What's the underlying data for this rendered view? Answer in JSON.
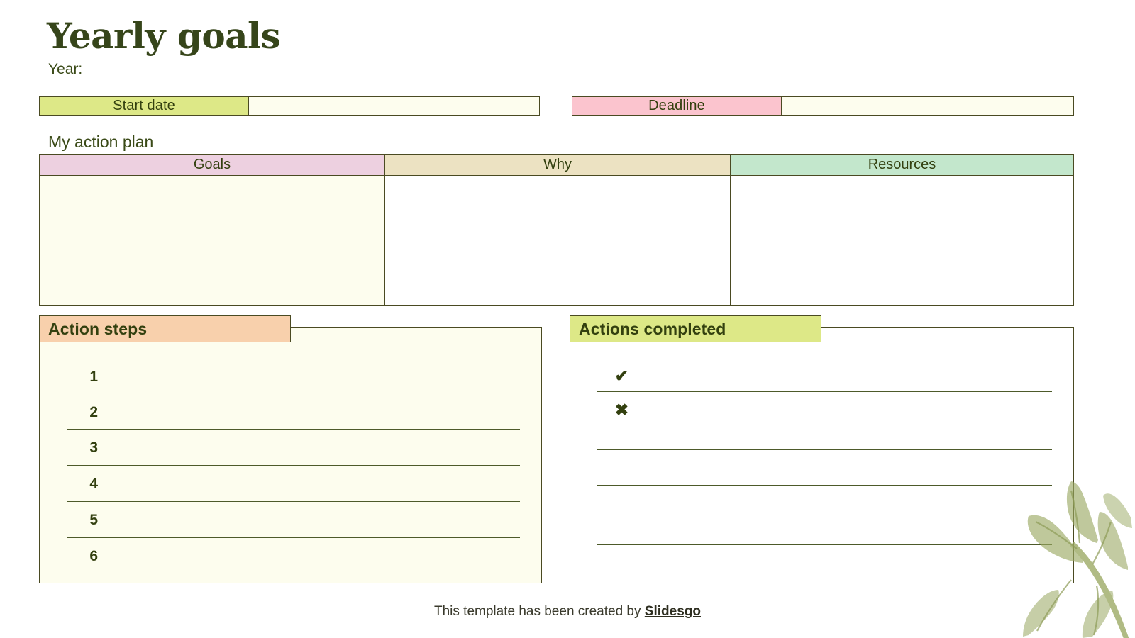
{
  "document": {
    "title": "Yearly goals",
    "year_label": "Year:"
  },
  "dates": {
    "start": {
      "label": "Start date",
      "value": "",
      "fill": "#dde887"
    },
    "deadline": {
      "label": "Deadline",
      "value": "",
      "fill": "#fbc4ce"
    }
  },
  "action_plan": {
    "section_label": "My action plan",
    "columns": [
      {
        "header": "Goals",
        "fill": "#edd0e0",
        "body_fill": "#fdfdee",
        "value": ""
      },
      {
        "header": "Why",
        "fill": "#ece2c2",
        "body_fill": "#ffffff",
        "value": ""
      },
      {
        "header": "Resources",
        "fill": "#c3e7cc",
        "body_fill": "#ffffff",
        "value": ""
      }
    ]
  },
  "action_steps": {
    "tab_label": "Action steps",
    "tab_fill": "#f8d0ac",
    "rows": [
      {
        "num": "1",
        "value": ""
      },
      {
        "num": "2",
        "value": ""
      },
      {
        "num": "3",
        "value": ""
      },
      {
        "num": "4",
        "value": ""
      },
      {
        "num": "5",
        "value": ""
      },
      {
        "num": "6",
        "value": ""
      }
    ]
  },
  "actions_completed": {
    "tab_label": "Actions completed",
    "tab_fill": "#dde887",
    "rows": [
      {
        "mark": "✔",
        "mark_name": "check-icon",
        "value": ""
      },
      {
        "mark": "✖",
        "mark_name": "cross-icon",
        "value": ""
      },
      {
        "mark": "",
        "mark_name": "",
        "value": ""
      },
      {
        "mark": "",
        "mark_name": "",
        "value": ""
      },
      {
        "mark": "",
        "mark_name": "",
        "value": ""
      },
      {
        "mark": "",
        "mark_name": "",
        "value": ""
      },
      {
        "mark": "",
        "mark_name": "",
        "value": ""
      }
    ]
  },
  "footer": {
    "text": "This template has been created by ",
    "brand": "Slidesgo"
  },
  "theme": {
    "ink": "#33400f",
    "border": "#4a4a22",
    "cream": "#fdfdee",
    "leaf_green": "#9aa862"
  }
}
